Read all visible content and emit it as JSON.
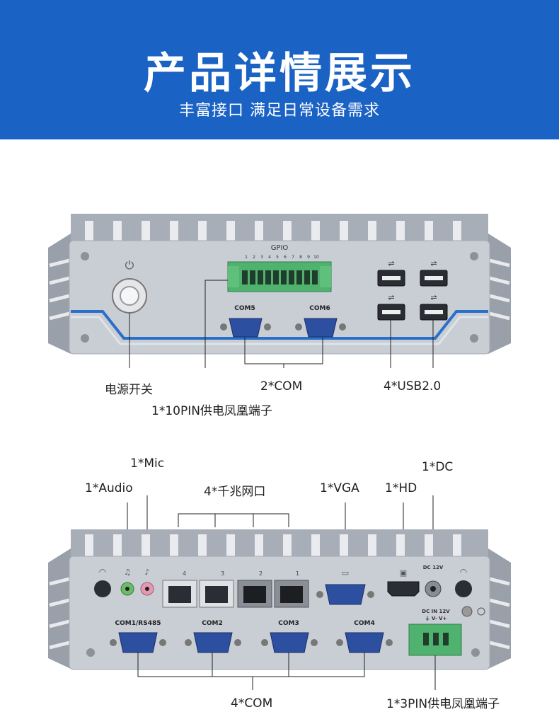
{
  "banner": {
    "title": "产品详情展示",
    "subtitle": "丰富接口 满足日常设备需求"
  },
  "front_panel": {
    "gpio_label": "GPIO",
    "gpio_pins": [
      "1",
      "2",
      "3",
      "4",
      "5",
      "6",
      "7",
      "8",
      "9",
      "10"
    ],
    "com_ports": [
      "COM5",
      "COM6"
    ],
    "callouts": {
      "power": "电源开关",
      "com": "2*COM",
      "usb": "4*USB2.0",
      "gpio": "1*10PIN供电凤凰端子"
    }
  },
  "rear_panel": {
    "lan_numbers": [
      "4",
      "3",
      "2",
      "1"
    ],
    "com_ports": [
      "COM1/RS485",
      "COM2",
      "COM3",
      "COM4"
    ],
    "dc_label": "DC 12V",
    "dc_in_label": "DC IN 12V",
    "dc_in_pins": "⏚  V-  V+",
    "callouts": {
      "mic": "1*Mic",
      "audio": "1*Audio",
      "lan": "4*千兆网口",
      "vga": "1*VGA",
      "hd": "1*HD",
      "dc": "1*DC",
      "com": "4*COM",
      "terminal": "1*3PIN供电凤凰端子"
    }
  },
  "colors": {
    "banner_blue": "#1a62c4",
    "chassis": "#b9bec7",
    "panel": "#c9cdd4",
    "stripe": "#2a6fc9",
    "terminal_green": "#4fb26e",
    "port_blue": "#2c4fa0"
  }
}
